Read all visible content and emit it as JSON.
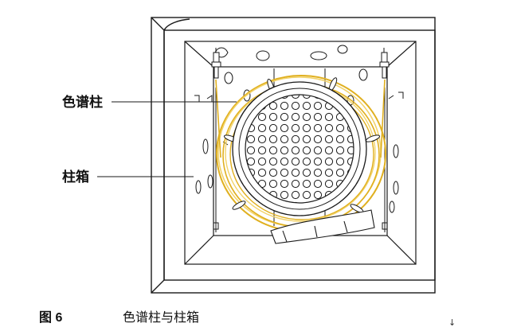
{
  "callouts": {
    "column": "色谱柱",
    "oven": "柱箱"
  },
  "caption": {
    "number": "图 6",
    "title": "色谱柱与柱箱",
    "mark": "↓"
  },
  "colors": {
    "line": "#1a1a1a",
    "column_coil": "#e0b020",
    "column_coil_light": "#f2d36a"
  }
}
